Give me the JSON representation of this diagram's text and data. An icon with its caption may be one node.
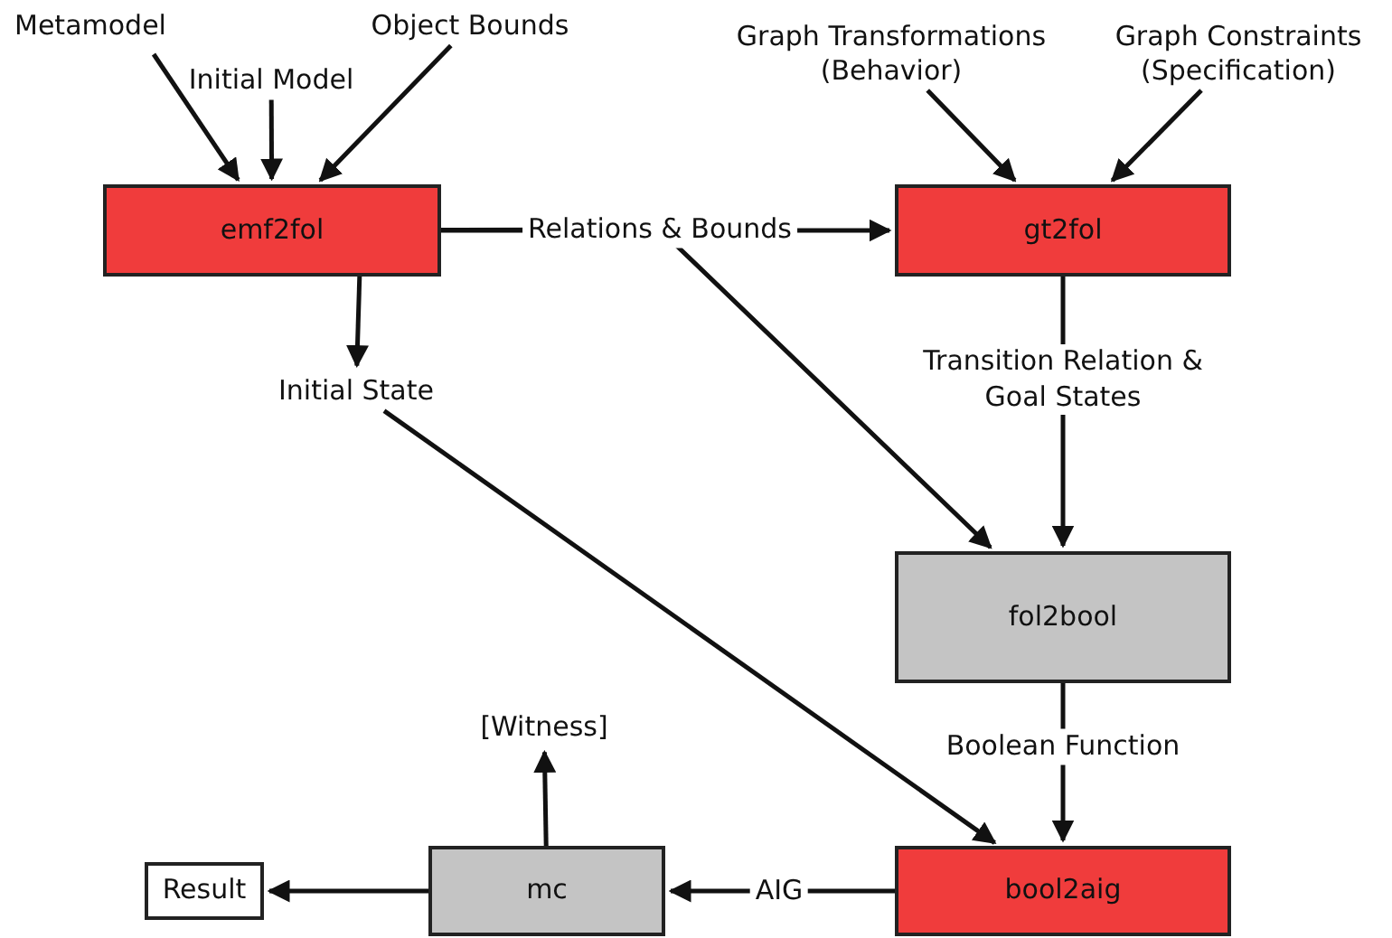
{
  "diagram": {
    "nodes": [
      {
        "text": [
          "Metamodel"
        ]
      },
      {
        "text": [
          "Initial Model"
        ]
      },
      {
        "text": [
          "Object Bounds"
        ]
      },
      {
        "text": [
          "Graph Transformations (Behavior)"
        ]
      },
      {
        "text": [
          "Graph Constraints (Specification)"
        ]
      },
      {
        "text": [
          "emf2fol"
        ]
      },
      {
        "text": [
          "gt2fol"
        ]
      },
      {
        "text": [
          "Initial State"
        ]
      },
      {
        "text": [
          "fol2bool"
        ]
      },
      {
        "text": [
          "[Witness]"
        ]
      },
      {
        "text": [
          "mc"
        ]
      },
      {
        "text": [
          "bool2aig"
        ]
      },
      {
        "text": [
          "Result"
        ]
      }
    ],
    "edges": [
      {
        "from": 0,
        "to": 5,
        "arrow": "to"
      },
      {
        "from": 1,
        "to": 5,
        "arrow": "to"
      },
      {
        "from": 2,
        "to": 5,
        "arrow": "to"
      },
      {
        "from": 3,
        "to": 6,
        "arrow": "to"
      },
      {
        "from": 4,
        "to": 6,
        "arrow": "to"
      },
      {
        "from": 5,
        "to": 6,
        "arrow": "to",
        "label": "Relations & Bounds"
      },
      {
        "from": 5,
        "to": 8,
        "arrow": "to"
      },
      {
        "from": 5,
        "to": 7,
        "arrow": "to"
      },
      {
        "from": 7,
        "to": 11,
        "arrow": "to"
      },
      {
        "from": 6,
        "to": 8,
        "arrow": "to",
        "label": "Transition Relation & Goal States"
      },
      {
        "from": 8,
        "to": 11,
        "arrow": "to",
        "label": "Boolean Function"
      },
      {
        "from": 11,
        "to": 10,
        "arrow": "to",
        "label": "AIG"
      },
      {
        "from": 10,
        "to": 9,
        "arrow": "to"
      },
      {
        "from": 10,
        "to": 12,
        "arrow": "to"
      }
    ]
  }
}
